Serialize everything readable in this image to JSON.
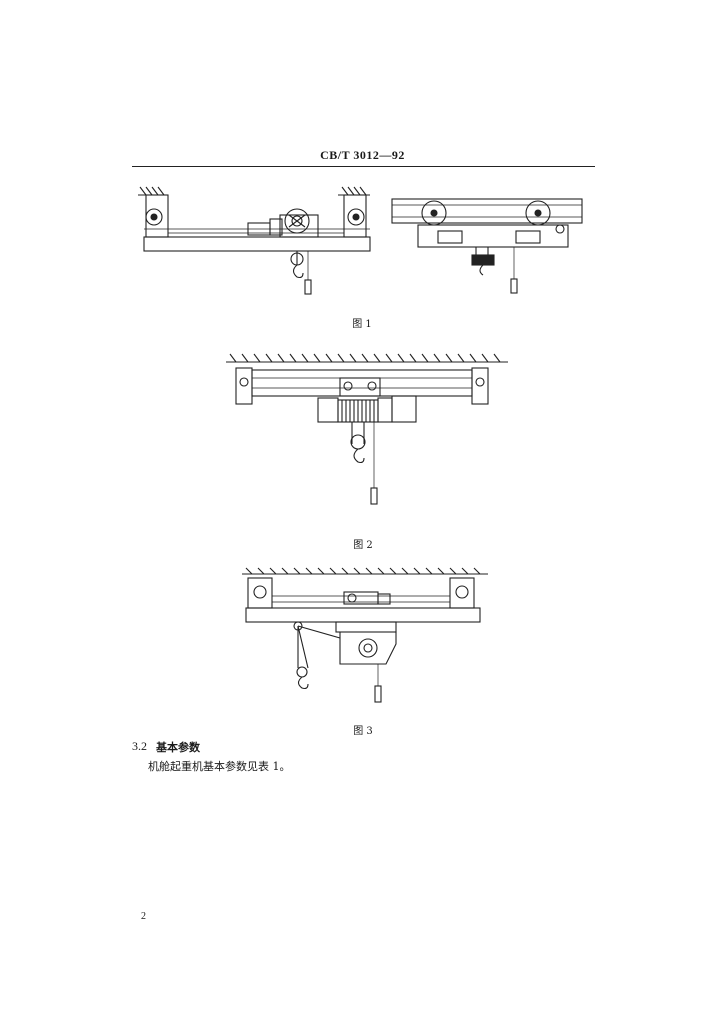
{
  "header": {
    "standard_code": "CB/T 3012—92"
  },
  "figures": [
    {
      "caption": "图 1"
    },
    {
      "caption": "图 2"
    },
    {
      "caption": "图 3"
    }
  ],
  "section": {
    "number": "3.2",
    "title": "基本参数",
    "body": "机舱起重机基本参数见表 1。"
  },
  "footer": {
    "page_number": "2"
  }
}
